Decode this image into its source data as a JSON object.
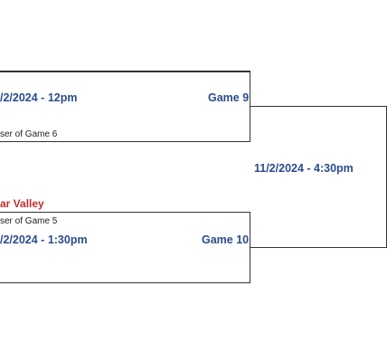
{
  "bracket": {
    "game9": {
      "time": "/2/2024 - 12pm",
      "label": "Game 9",
      "bottom_slot": "ser of Game 6"
    },
    "game10": {
      "top_team": "ar Valley",
      "top_slot": "ser of Game 5",
      "time": "/2/2024 - 1:30pm",
      "label": "Game 10"
    },
    "next_round": {
      "time": "11/2/2024 - 4:30pm"
    }
  },
  "colors": {
    "label_blue": "#2b4c8c",
    "team_red": "#c62d2d",
    "line": "#333333"
  }
}
